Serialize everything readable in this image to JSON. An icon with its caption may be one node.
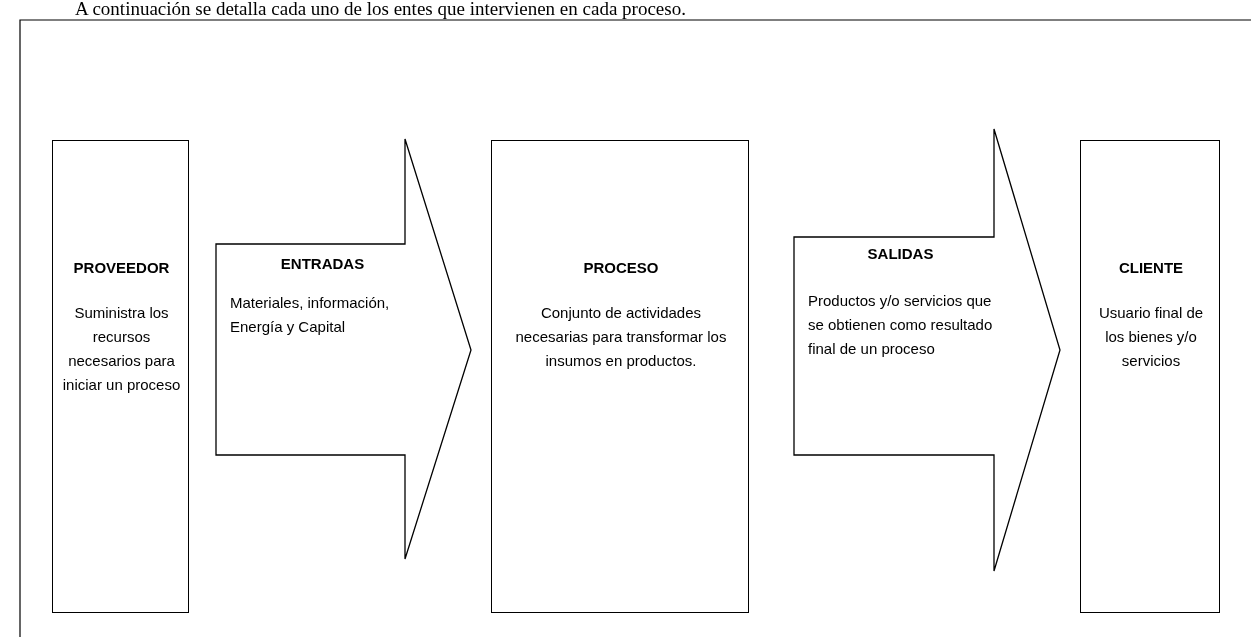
{
  "diagram": {
    "nodes": [
      {
        "text": [
          "PROVEEDOR",
          "Suministra los recursos necesarios para iniciar un proceso"
        ]
      },
      {
        "text": [
          "ENTRADAS",
          "Materiales, información, Energía y Capital"
        ]
      },
      {
        "text": [
          "PROCESO",
          "Conjunto de actividades necesarias para transformar los insumos en productos."
        ]
      },
      {
        "text": [
          "SALIDAS",
          "Productos y/o servicios que se obtienen como resultado final de un proceso"
        ]
      },
      {
        "text": [
          "CLIENTE",
          "Usuario final de los bienes y/o servicios"
        ]
      }
    ],
    "edges": [
      {
        "from": 0,
        "to": 2,
        "arrow": "to"
      },
      {
        "from": 2,
        "to": 4,
        "arrow": "to"
      }
    ],
    "labels": [
      "A continuación se detalla cada uno de los entes que intervienen en cada proceso."
    ]
  }
}
